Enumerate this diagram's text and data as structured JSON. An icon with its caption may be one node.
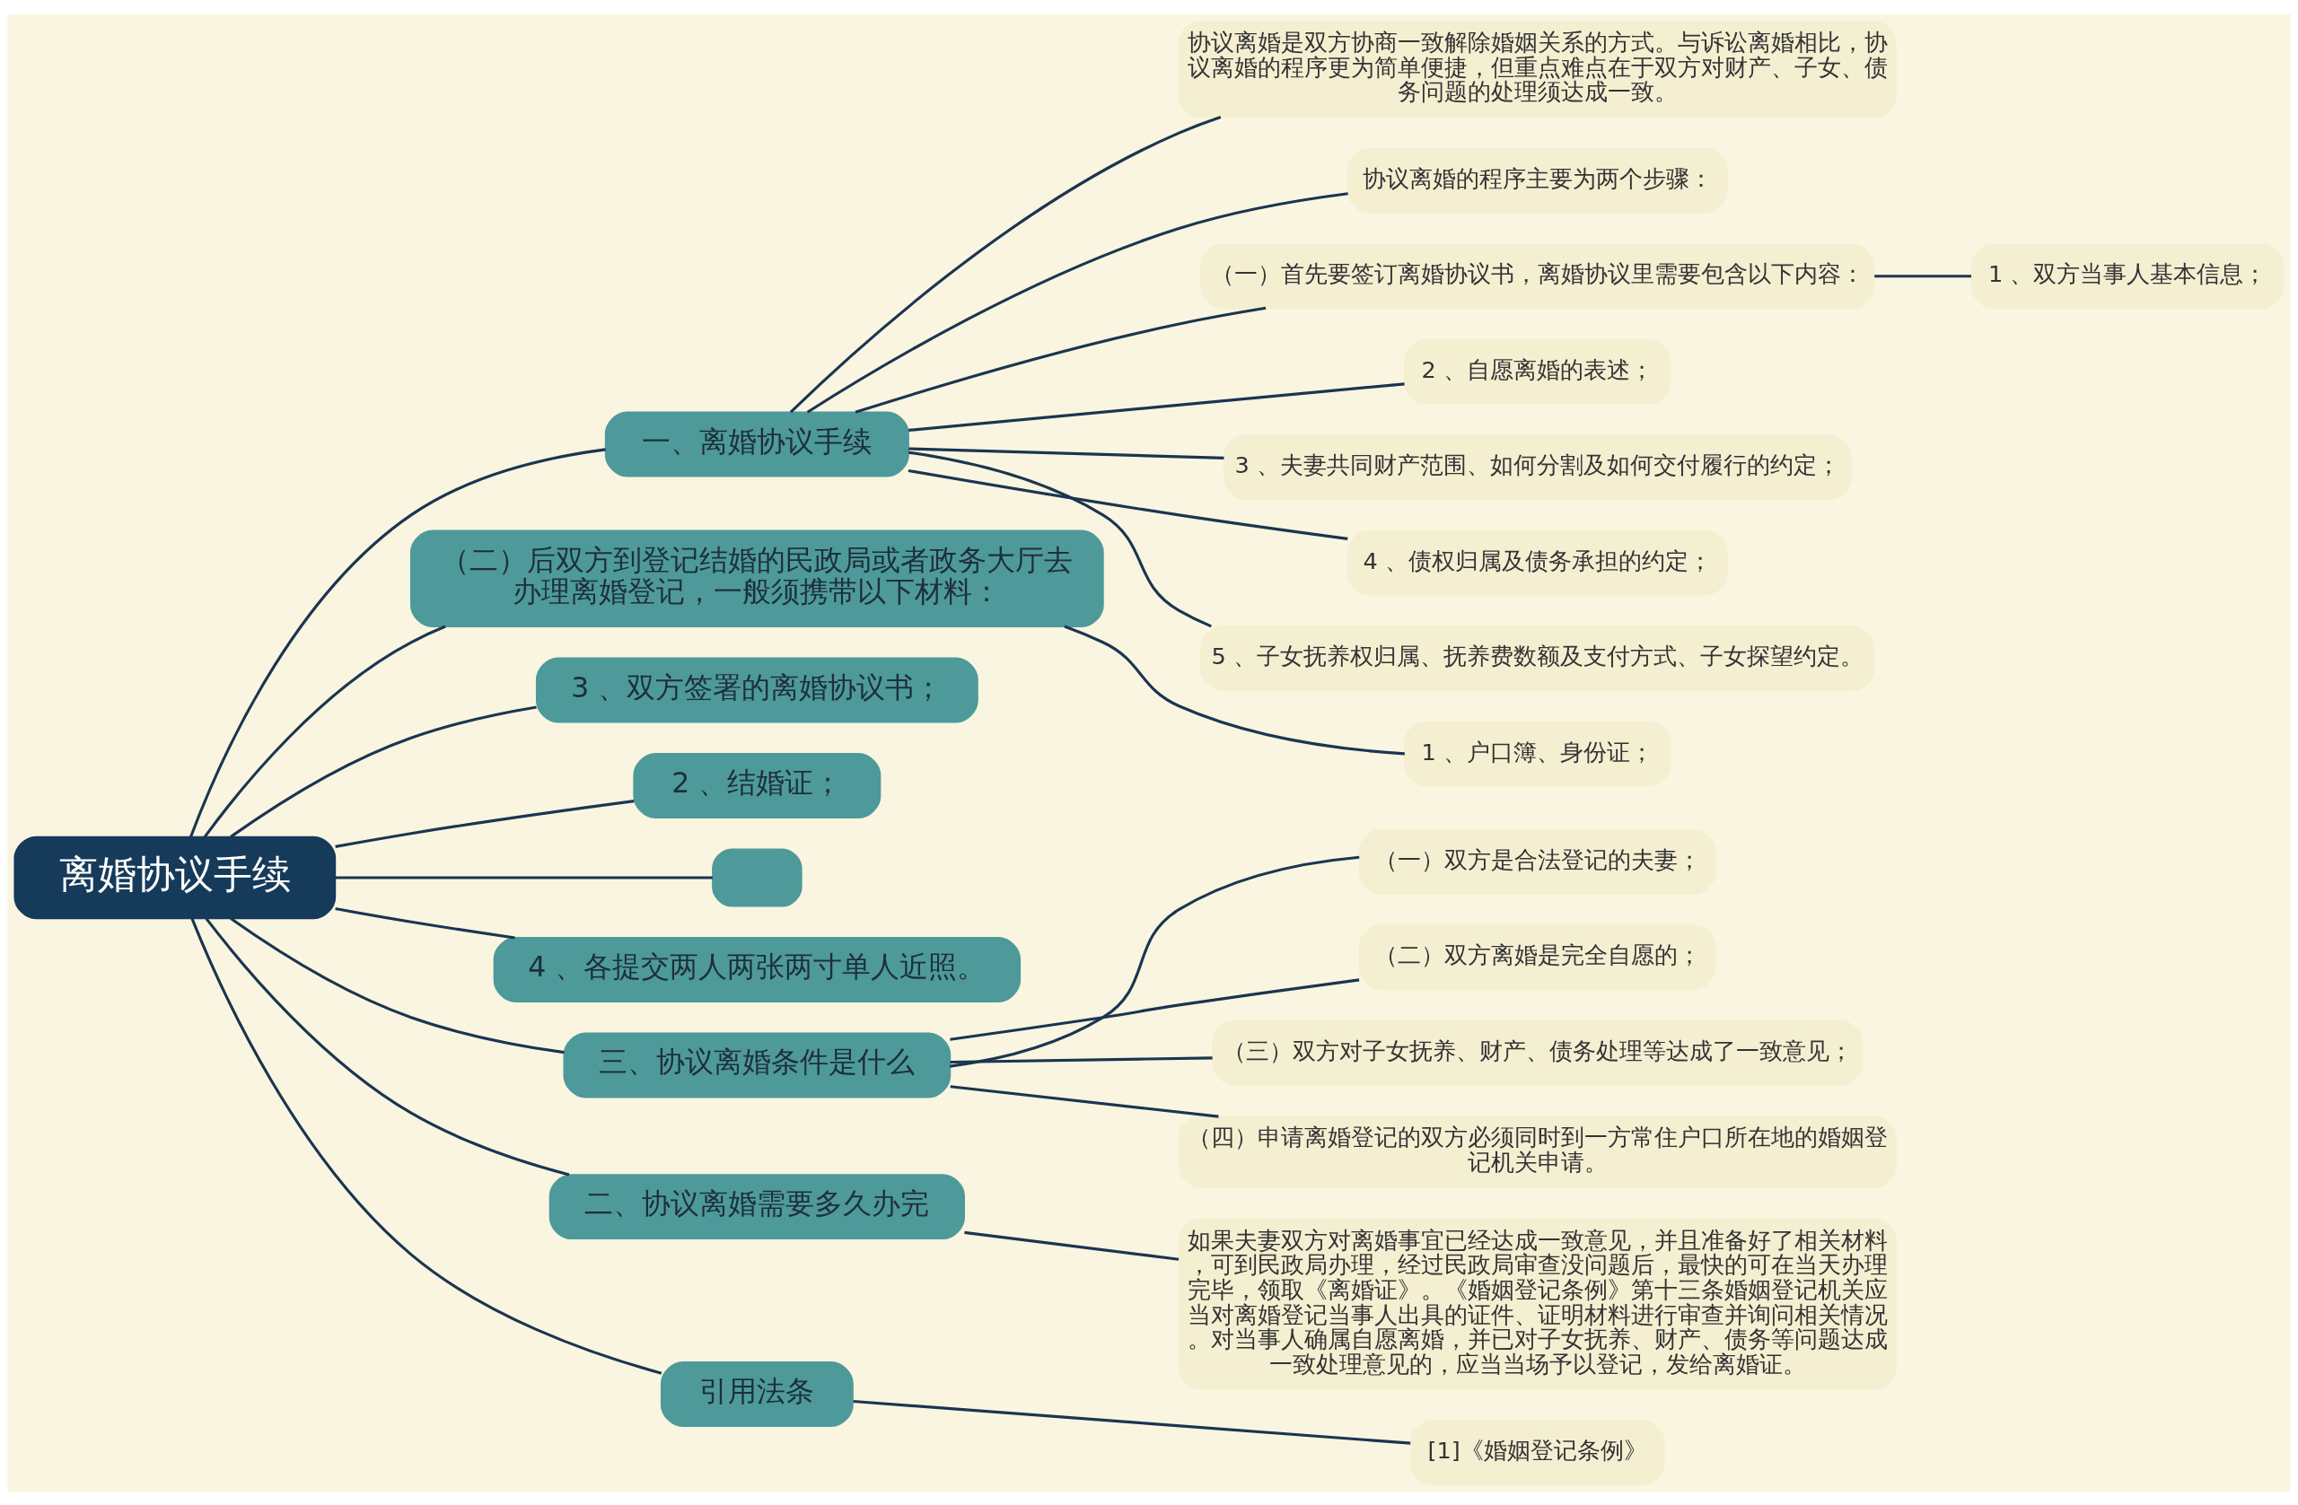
{
  "diagram": {
    "nodes": [
      {
        "text": [
          "离婚协议手续"
        ]
      },
      {
        "text": [
          "一、离婚协议手续"
        ]
      },
      {
        "text": [
          "协议离婚是双方协商一致解除婚姻关系的方式。与诉讼离婚相比，协议离婚的程序更为简单便捷，但重点难点在于双方对财产、子女、债务问题的处理须达成一致。"
        ]
      },
      {
        "text": [
          "协议离婚的程序主要为两个步骤："
        ]
      },
      {
        "text": [
          "（一）首先要签订离婚协议书，离婚协议里需要包含以下内容："
        ]
      },
      {
        "text": [
          "1 、双方当事人基本信息；"
        ]
      },
      {
        "text": [
          "2 、自愿离婚的表述；"
        ]
      },
      {
        "text": [
          "3 、夫妻共同财产范围、如何分割及如何交付履行的约定；"
        ]
      },
      {
        "text": [
          "4 、债权归属及债务承担的约定；"
        ]
      },
      {
        "text": [
          "5 、子女抚养权归属、抚养费数额及支付方式、子女探望约定。"
        ]
      },
      {
        "text": [
          "（二）后双方到登记结婚的民政局或者政务大厅去办理离婚登记，一般须携带以下材料："
        ]
      },
      {
        "text": [
          "1 、户口簿、身份证；"
        ]
      },
      {
        "text": [
          "3 、双方签署的离婚协议书；"
        ]
      },
      {
        "text": [
          "2 、结婚证；"
        ]
      },
      {
        "text": [],
        "shape": "box"
      },
      {
        "text": [
          "4 、各提交两人两张两寸单人近照。"
        ]
      },
      {
        "text": [
          "三、协议离婚条件是什么"
        ]
      },
      {
        "text": [
          "（一）双方是合法登记的夫妻；"
        ]
      },
      {
        "text": [
          "（二）双方离婚是完全自愿的；"
        ]
      },
      {
        "text": [
          "（三）双方对子女抚养、财产、债务处理等达成了一致意见；"
        ]
      },
      {
        "text": [
          "（四）申请离婚登记的双方必须同时到一方常住户口所在地的婚姻登记机关申请。"
        ]
      },
      {
        "text": [
          "二、协议离婚需要多久办完"
        ]
      },
      {
        "text": [
          "如果夫妻双方对离婚事宜已经达成一致意见，并且准备好了相关材料，可到民政局办理，经过民政局审查没问题后，最快的可在当天办理完毕，领取《离婚证》。《婚姻登记条例》第十三条婚姻登记机关应当对离婚登记当事人出具的证件、证明材料进行审查并询问相关情况。对当事人确属自愿离婚，并已对子女抚养、财产、债务等问题达成一致处理意见的，应当当场予以登记，发给离婚证。"
        ]
      },
      {
        "text": [
          "引用法条"
        ]
      },
      {
        "text": [
          "[1]《婚姻登记条例》"
        ]
      }
    ],
    "edges": [
      {
        "from": 0,
        "to": 1,
        "arrow": "none"
      },
      {
        "from": 1,
        "to": 2,
        "arrow": "none"
      },
      {
        "from": 1,
        "to": 3,
        "arrow": "none"
      },
      {
        "from": 1,
        "to": 4,
        "arrow": "none"
      },
      {
        "from": 4,
        "to": 5,
        "arrow": "none"
      },
      {
        "from": 1,
        "to": 6,
        "arrow": "none"
      },
      {
        "from": 1,
        "to": 7,
        "arrow": "none"
      },
      {
        "from": 1,
        "to": 8,
        "arrow": "none"
      },
      {
        "from": 1,
        "to": 9,
        "arrow": "none"
      },
      {
        "from": 0,
        "to": 10,
        "arrow": "none"
      },
      {
        "from": 10,
        "to": 11,
        "arrow": "none"
      },
      {
        "from": 0,
        "to": 12,
        "arrow": "none"
      },
      {
        "from": 0,
        "to": 13,
        "arrow": "none"
      },
      {
        "from": 0,
        "to": 14,
        "arrow": "none"
      },
      {
        "from": 0,
        "to": 15,
        "arrow": "none"
      },
      {
        "from": 0,
        "to": 16,
        "arrow": "none"
      },
      {
        "from": 16,
        "to": 17,
        "arrow": "none"
      },
      {
        "from": 16,
        "to": 18,
        "arrow": "none"
      },
      {
        "from": 16,
        "to": 19,
        "arrow": "none"
      },
      {
        "from": 16,
        "to": 20,
        "arrow": "none"
      },
      {
        "from": 0,
        "to": 21,
        "arrow": "none"
      },
      {
        "from": 21,
        "to": 22,
        "arrow": "none"
      },
      {
        "from": 0,
        "to": 23,
        "arrow": "none"
      },
      {
        "from": 23,
        "to": 24,
        "arrow": "none"
      }
    ]
  }
}
